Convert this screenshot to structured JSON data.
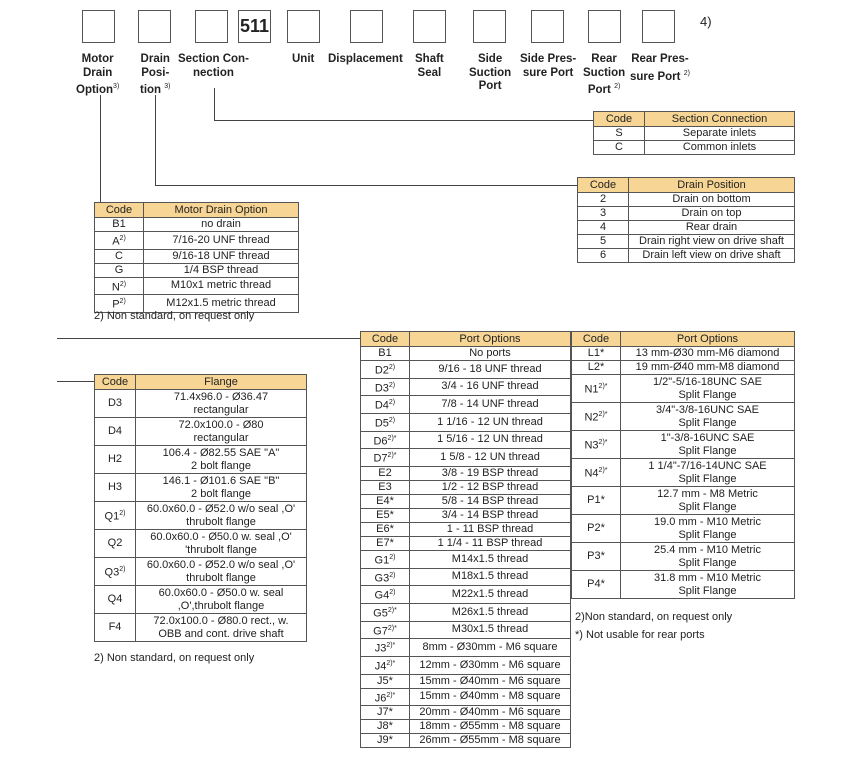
{
  "code_boxes": [
    "",
    "",
    "",
    "511",
    "",
    "",
    "",
    "",
    "",
    "",
    ""
  ],
  "footnote_marker": "4)",
  "labels": {
    "motor_drain": [
      "Motor",
      "Drain",
      "Option"
    ],
    "motor_drain_sup": "3)",
    "drain_pos": [
      "Drain",
      "Posi-",
      "tion"
    ],
    "drain_pos_sup": "3)",
    "section_conn": [
      "Section Con-",
      "nection"
    ],
    "unit": "Unit",
    "displacement": "Displacement",
    "shaft_seal": [
      "Shaft",
      "Seal"
    ],
    "side_suction": [
      "Side",
      "Suction",
      "Port"
    ],
    "side_pressure": [
      "Side Pres-",
      "sure Port"
    ],
    "rear_suction": [
      "Rear",
      "Suction",
      "Port"
    ],
    "rear_suction_sup": "2)",
    "rear_pressure": [
      "Rear Pres-",
      "sure Port"
    ],
    "rear_pressure_sup": "2)"
  },
  "section_connection": {
    "headers": [
      "Code",
      "Section Connection"
    ],
    "rows": [
      [
        "S",
        "Separate inlets"
      ],
      [
        "C",
        "Common inlets"
      ]
    ]
  },
  "drain_position": {
    "headers": [
      "Code",
      "Drain Position"
    ],
    "rows": [
      [
        "2",
        "Drain on bottom"
      ],
      [
        "3",
        "Drain on top"
      ],
      [
        "4",
        "Rear drain"
      ],
      [
        "5",
        "Drain right view on drive shaft"
      ],
      [
        "6",
        "Drain left view on drive shaft"
      ]
    ]
  },
  "motor_drain_option": {
    "headers": [
      "Code",
      "Motor Drain Option"
    ],
    "rows": [
      {
        "code": "B1",
        "sup": "",
        "desc": "no drain"
      },
      {
        "code": "A",
        "sup": "2)",
        "desc": "7/16-20 UNF thread"
      },
      {
        "code": "C",
        "sup": "",
        "desc": "9/16-18 UNF thread"
      },
      {
        "code": "G",
        "sup": "",
        "desc": "1/4 BSP thread"
      },
      {
        "code": "N",
        "sup": "2)",
        "desc": "M10x1 metric thread"
      },
      {
        "code": "P",
        "sup": "2)",
        "desc": "M12x1.5 metric thread"
      }
    ],
    "note": "2)  Non standard, on request only"
  },
  "flange": {
    "headers": [
      "Code",
      "Flange"
    ],
    "rows": [
      {
        "code": "D3",
        "sup": "",
        "l1": "71.4x96.0 - Ø36.47",
        "l2": "rectangular"
      },
      {
        "code": "D4",
        "sup": "",
        "l1": "72.0x100.0 - Ø80",
        "l2": "rectangular"
      },
      {
        "code": "H2",
        "sup": "",
        "l1": "106.4 - Ø82.55 SAE \"A\"",
        "l2": "2 bolt flange"
      },
      {
        "code": "H3",
        "sup": "",
        "l1": "146.1 - Ø101.6 SAE \"B\"",
        "l2": "2 bolt flange"
      },
      {
        "code": "Q1",
        "sup": "2)",
        "l1": "60.0x60.0 - Ø52.0 w/o seal ,O'",
        "l2": "thrubolt flange"
      },
      {
        "code": "Q2",
        "sup": "",
        "l1": "60.0x60.0 - Ø50.0 w. seal ,O'",
        "l2": "'thrubolt flange"
      },
      {
        "code": "Q3",
        "sup": "2)",
        "l1": "60.0x60.0 - Ø52.0 w/o seal ,O'",
        "l2": "thrubolt flange"
      },
      {
        "code": "Q4",
        "sup": "",
        "l1": "60.0x60.0 - Ø50.0 w. seal",
        "l2": ",O',thrubolt flange"
      },
      {
        "code": "F4",
        "sup": "",
        "l1": "72.0x100.0 - Ø80.0 rect., w.",
        "l2": "OBB and cont. drive shaft"
      }
    ],
    "note": "2)  Non standard, on request only"
  },
  "port_options_left": {
    "headers": [
      "Code",
      "Port Options"
    ],
    "rows": [
      {
        "code": "B1",
        "sup": "",
        "desc": "No ports"
      },
      {
        "code": "D2",
        "sup": "2)",
        "desc": "9/16 - 18 UNF thread"
      },
      {
        "code": "D3",
        "sup": "2)",
        "desc": "3/4 - 16 UNF thread"
      },
      {
        "code": "D4",
        "sup": "2)",
        "desc": "7/8 - 14 UNF thread"
      },
      {
        "code": "D5",
        "sup": "2)",
        "desc": "1 1/16 - 12 UN thread"
      },
      {
        "code": "D6",
        "sup": "2)*",
        "desc": "1 5/16 - 12 UN thread"
      },
      {
        "code": "D7",
        "sup": "2)*",
        "desc": "1 5/8 - 12 UN thread"
      },
      {
        "code": "E2",
        "sup": "",
        "desc": "3/8 - 19 BSP thread"
      },
      {
        "code": "E3",
        "sup": "",
        "desc": "1/2 - 12 BSP thread"
      },
      {
        "code": "E4*",
        "sup": "",
        "desc": "5/8 - 14 BSP thread"
      },
      {
        "code": "E5*",
        "sup": "",
        "desc": "3/4 - 14 BSP thread"
      },
      {
        "code": "E6*",
        "sup": "",
        "desc": "1 - 11 BSP thread"
      },
      {
        "code": "E7*",
        "sup": "",
        "desc": "1 1/4 - 11 BSP thread"
      },
      {
        "code": "G1",
        "sup": "2)",
        "desc": "M14x1.5 thread"
      },
      {
        "code": "G3",
        "sup": "2)",
        "desc": "M18x1.5 thread"
      },
      {
        "code": "G4",
        "sup": "2)",
        "desc": "M22x1.5 thread"
      },
      {
        "code": "G5",
        "sup": "2)*",
        "desc": "M26x1.5 thread"
      },
      {
        "code": "G7",
        "sup": "2)*",
        "desc": "M30x1.5 thread"
      },
      {
        "code": "J3",
        "sup": "2)*",
        "desc": "8mm - Ø30mm - M6 square"
      },
      {
        "code": "J4",
        "sup": "2)*",
        "desc": "12mm - Ø30mm - M6 square"
      },
      {
        "code": "J5*",
        "sup": "",
        "desc": "15mm - Ø40mm - M6 square"
      },
      {
        "code": "J6",
        "sup": "2)*",
        "desc": "15mm - Ø40mm - M8 square"
      },
      {
        "code": "J7*",
        "sup": "",
        "desc": "20mm - Ø40mm - M6 square"
      },
      {
        "code": "J8*",
        "sup": "",
        "desc": "18mm - Ø55mm - M8 square"
      },
      {
        "code": "J9*",
        "sup": "",
        "desc": "26mm - Ø55mm - M8 square"
      }
    ]
  },
  "port_options_right": {
    "headers": [
      "Code",
      "Port Options"
    ],
    "rows": [
      {
        "code": "L1*",
        "sup": "",
        "l1": "13 mm-Ø30 mm-M6 diamond",
        "l2": ""
      },
      {
        "code": "L2*",
        "sup": "",
        "l1": "19 mm-Ø40 mm-M8 diamond",
        "l2": ""
      },
      {
        "code": "N1",
        "sup": "2)*",
        "l1": "1/2\"-5/16-18UNC SAE",
        "l2": "Split Flange"
      },
      {
        "code": "N2",
        "sup": "2)*",
        "l1": "3/4\"-3/8-16UNC SAE",
        "l2": "Split Flange"
      },
      {
        "code": "N3",
        "sup": "2)*",
        "l1": "1\"-3/8-16UNC SAE",
        "l2": "Split Flange"
      },
      {
        "code": "N4",
        "sup": "2)*",
        "l1": "1 1/4\"-7/16-14UNC SAE",
        "l2": "Split Flange"
      },
      {
        "code": "P1*",
        "sup": "",
        "l1": "12.7 mm - M8 Metric",
        "l2": "Split Flange"
      },
      {
        "code": "P2*",
        "sup": "",
        "l1": "19.0 mm - M10 Metric",
        "l2": "Split Flange"
      },
      {
        "code": "P3*",
        "sup": "",
        "l1": "25.4 mm - M10 Metric",
        "l2": "Split Flange"
      },
      {
        "code": "P4*",
        "sup": "",
        "l1": "31.8 mm - M10 Metric",
        "l2": "Split Flange"
      }
    ],
    "notes": [
      "2)Non standard, on request only",
      "*) Not usable for rear ports"
    ]
  }
}
